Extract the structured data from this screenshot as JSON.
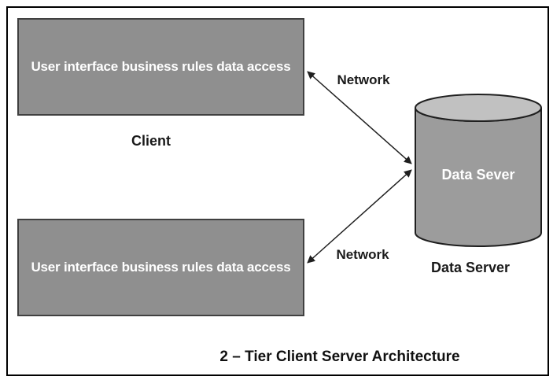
{
  "diagram": {
    "title": "2 – Tier Client Server Architecture",
    "clients": [
      {
        "box_label": "User interface business rules data access",
        "caption": "Client"
      },
      {
        "box_label": "User interface business rules data access"
      }
    ],
    "server": {
      "cylinder_label": "Data Sever",
      "caption": "Data Server"
    },
    "connections": [
      {
        "label": "Network"
      },
      {
        "label": "Network"
      }
    ],
    "colors": {
      "box_fill": "#8f8f8f",
      "box_border": "#404040",
      "cylinder_body": "#9c9c9c",
      "cylinder_top": "#c1c1c1",
      "outline": "#1f1f1f",
      "arrow": "#1f1f1f",
      "text_on_fill": "#ffffff",
      "text": "#1a1a1a"
    }
  }
}
